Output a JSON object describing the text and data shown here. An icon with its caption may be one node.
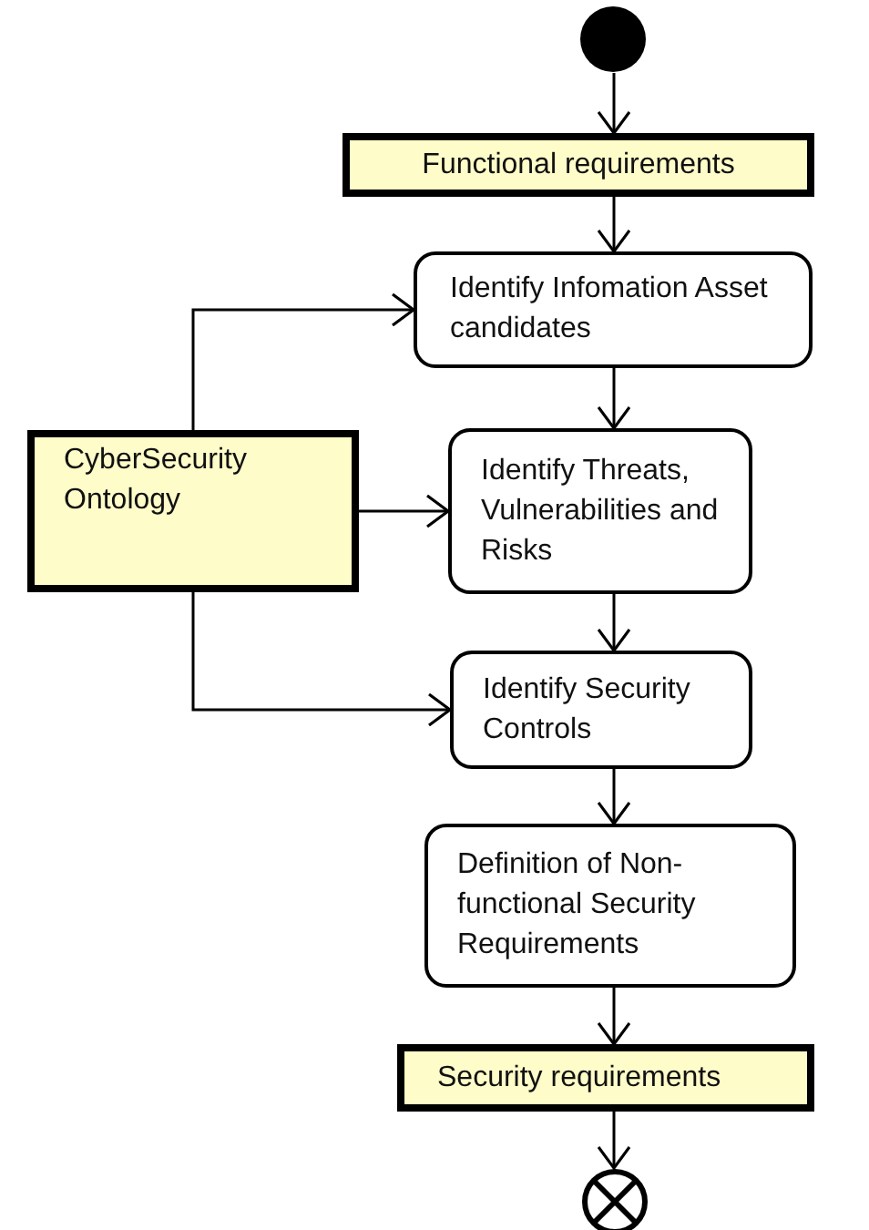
{
  "diagram": {
    "nodes": [
      {
        "text": [],
        "shape": "circle"
      },
      {
        "text": [
          "Functional requirements"
        ]
      },
      {
        "text": [
          "Identify Infomation Asset candidates"
        ]
      },
      {
        "text": [
          "Identify Threats, Vulnerabilities and Risks"
        ]
      },
      {
        "text": [
          "CyberSecurity Ontology"
        ]
      },
      {
        "text": [
          "Identify Security Controls"
        ]
      },
      {
        "text": [
          "Definition of Non-functional Security Requirements"
        ]
      },
      {
        "text": [
          "Security requirements"
        ]
      },
      {
        "text": [],
        "shape": "circle"
      }
    ],
    "edges": [
      {
        "from": 0,
        "to": 1,
        "arrow": "to"
      },
      {
        "from": 1,
        "to": 2,
        "arrow": "to"
      },
      {
        "from": 2,
        "to": 3,
        "arrow": "to"
      },
      {
        "from": 3,
        "to": 5,
        "arrow": "to"
      },
      {
        "from": 5,
        "to": 6,
        "arrow": "to"
      },
      {
        "from": 6,
        "to": 7,
        "arrow": "to"
      },
      {
        "from": 7,
        "to": 8,
        "arrow": "to"
      },
      {
        "from": 4,
        "to": 2,
        "arrow": "to"
      },
      {
        "from": 4,
        "to": 3,
        "arrow": "to"
      },
      {
        "from": 4,
        "to": 5,
        "arrow": "to"
      }
    ]
  }
}
